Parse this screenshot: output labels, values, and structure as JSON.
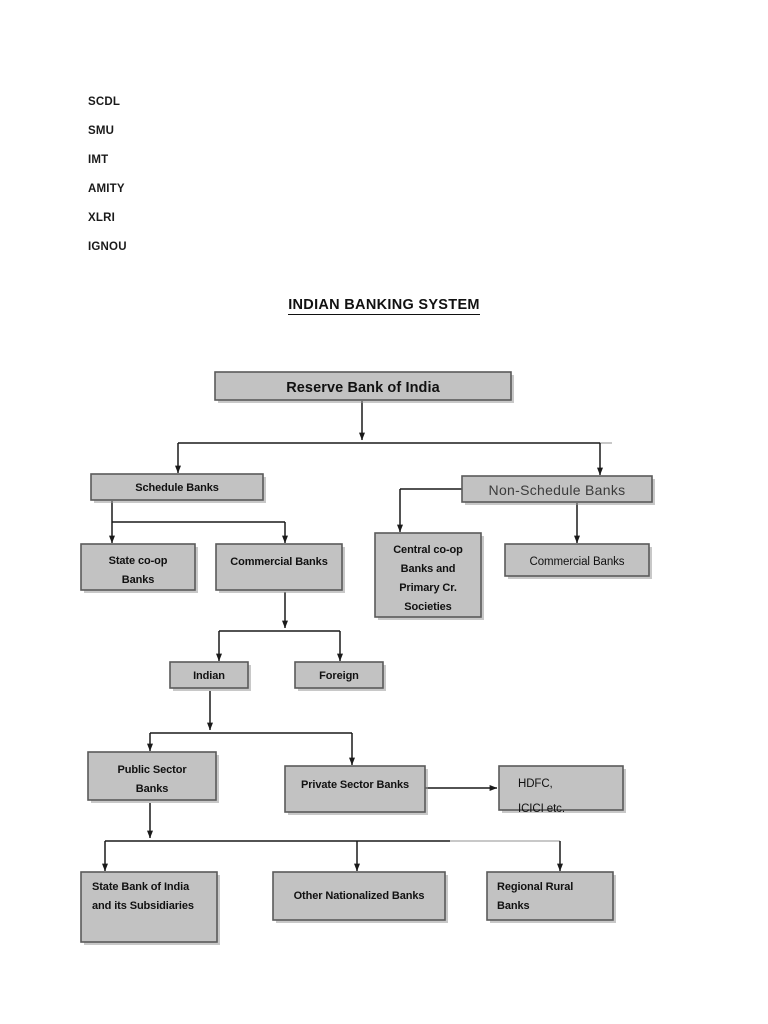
{
  "header": {
    "institutions": [
      {
        "label": "SCDL"
      },
      {
        "label": "SMU"
      },
      {
        "label": "IMT"
      },
      {
        "label": "AMITY"
      },
      {
        "label": "XLRI"
      },
      {
        "label": "IGNOU"
      }
    ]
  },
  "title": "INDIAN BANKING SYSTEM",
  "theme": {
    "box_fill": "#c2c2c2",
    "box_border": "#5a5a5a",
    "connector": "#1a1a1a",
    "text": "#111111",
    "page_background": "#ffffff"
  },
  "chart_data": {
    "type": "diagram",
    "title": "INDIAN BANKING SYSTEM",
    "diagram_kind": "organizational-hierarchy-flowchart",
    "nodes": [
      {
        "id": "rbi",
        "label": "Reserve Bank of India",
        "lines": [
          "Reserve Bank of India"
        ],
        "level": 0
      },
      {
        "id": "schedule",
        "label": "Schedule Banks",
        "lines": [
          "Schedule Banks"
        ],
        "level": 1
      },
      {
        "id": "non-schedule",
        "label": "Non-Schedule Banks",
        "lines": [
          "Non-Schedule Banks"
        ],
        "level": 1
      },
      {
        "id": "state-coop",
        "label": "State co-op Banks",
        "lines": [
          "State co-op",
          "Banks"
        ],
        "level": 2
      },
      {
        "id": "commercial-scheduled",
        "label": "Commercial Banks",
        "lines": [
          "Commercial Banks"
        ],
        "level": 2
      },
      {
        "id": "central-coop",
        "label": "Central co-op Banks and Primary Cr. Societies",
        "lines": [
          "Central co-op",
          "Banks and",
          "Primary Cr.",
          "Societies"
        ],
        "level": 2
      },
      {
        "id": "commercial-nonscheduled",
        "label": "Commercial Banks",
        "lines": [
          "Commercial Banks"
        ],
        "level": 2
      },
      {
        "id": "indian",
        "label": "Indian",
        "lines": [
          "Indian"
        ],
        "level": 3
      },
      {
        "id": "foreign",
        "label": "Foreign",
        "lines": [
          "Foreign"
        ],
        "level": 3
      },
      {
        "id": "public-sector",
        "label": "Public Sector Banks",
        "lines": [
          "Public Sector",
          "Banks"
        ],
        "level": 4
      },
      {
        "id": "private-sector",
        "label": "Private Sector Banks",
        "lines": [
          "Private Sector Banks"
        ],
        "level": 4
      },
      {
        "id": "hdfc-icici",
        "label": "HDFC, ICICI etc.",
        "lines": [
          "HDFC,",
          "ICICI etc."
        ],
        "level": 4
      },
      {
        "id": "sbi",
        "label": "State Bank of India and its Subsidiaries",
        "lines": [
          "State Bank of India",
          "and its Subsidiaries"
        ],
        "level": 5
      },
      {
        "id": "other-nationalized",
        "label": "Other Nationalized Banks",
        "lines": [
          "Other Nationalized Banks"
        ],
        "level": 5
      },
      {
        "id": "regional-rural",
        "label": "Regional Rural Banks",
        "lines": [
          "Regional Rural",
          "Banks"
        ],
        "level": 5
      }
    ],
    "edges": [
      {
        "from": "rbi",
        "to": "schedule"
      },
      {
        "from": "rbi",
        "to": "non-schedule"
      },
      {
        "from": "schedule",
        "to": "state-coop"
      },
      {
        "from": "schedule",
        "to": "commercial-scheduled"
      },
      {
        "from": "non-schedule",
        "to": "central-coop"
      },
      {
        "from": "non-schedule",
        "to": "commercial-nonscheduled"
      },
      {
        "from": "commercial-scheduled",
        "to": "indian"
      },
      {
        "from": "commercial-scheduled",
        "to": "foreign"
      },
      {
        "from": "indian",
        "to": "public-sector"
      },
      {
        "from": "indian",
        "to": "private-sector"
      },
      {
        "from": "private-sector",
        "to": "hdfc-icici"
      },
      {
        "from": "public-sector",
        "to": "sbi"
      },
      {
        "from": "public-sector",
        "to": "other-nationalized"
      },
      {
        "from": "public-sector",
        "to": "regional-rural"
      }
    ]
  }
}
